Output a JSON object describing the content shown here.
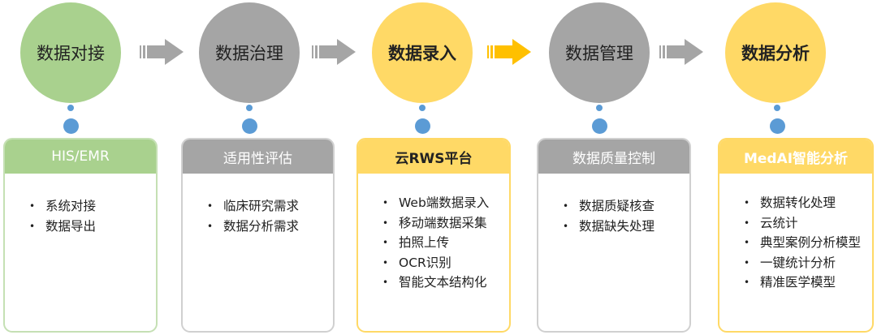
{
  "colors": {
    "green": "#a9d18e",
    "gray": "#a5a5a5",
    "yellow": "#ffd966",
    "blue_dot": "#5b9bd5",
    "arrow_gray": "#a5a5a5",
    "arrow_yellow": "#ffc000"
  },
  "stages": [
    {
      "circle_label": "数据对接",
      "header": "HIS/EMR",
      "items": [
        "系统对接",
        "数据导出"
      ]
    },
    {
      "circle_label": "数据治理",
      "header": "适用性评估",
      "items": [
        "临床研究需求",
        "数据分析需求"
      ]
    },
    {
      "circle_label": "数据录入",
      "header": "云RWS平台",
      "items": [
        "Web端数据录入",
        "移动端数据采集",
        "拍照上传",
        "OCR识别",
        "智能文本结构化"
      ]
    },
    {
      "circle_label": "数据管理",
      "header": "数据质量控制",
      "items": [
        "数据质疑核查",
        "数据缺失处理"
      ]
    },
    {
      "circle_label": "数据分析",
      "header": "MedAI智能分析",
      "items": [
        "数据转化处理",
        "云统计",
        "典型案例分析模型",
        "一键统计分析",
        "精准医学模型"
      ]
    }
  ]
}
